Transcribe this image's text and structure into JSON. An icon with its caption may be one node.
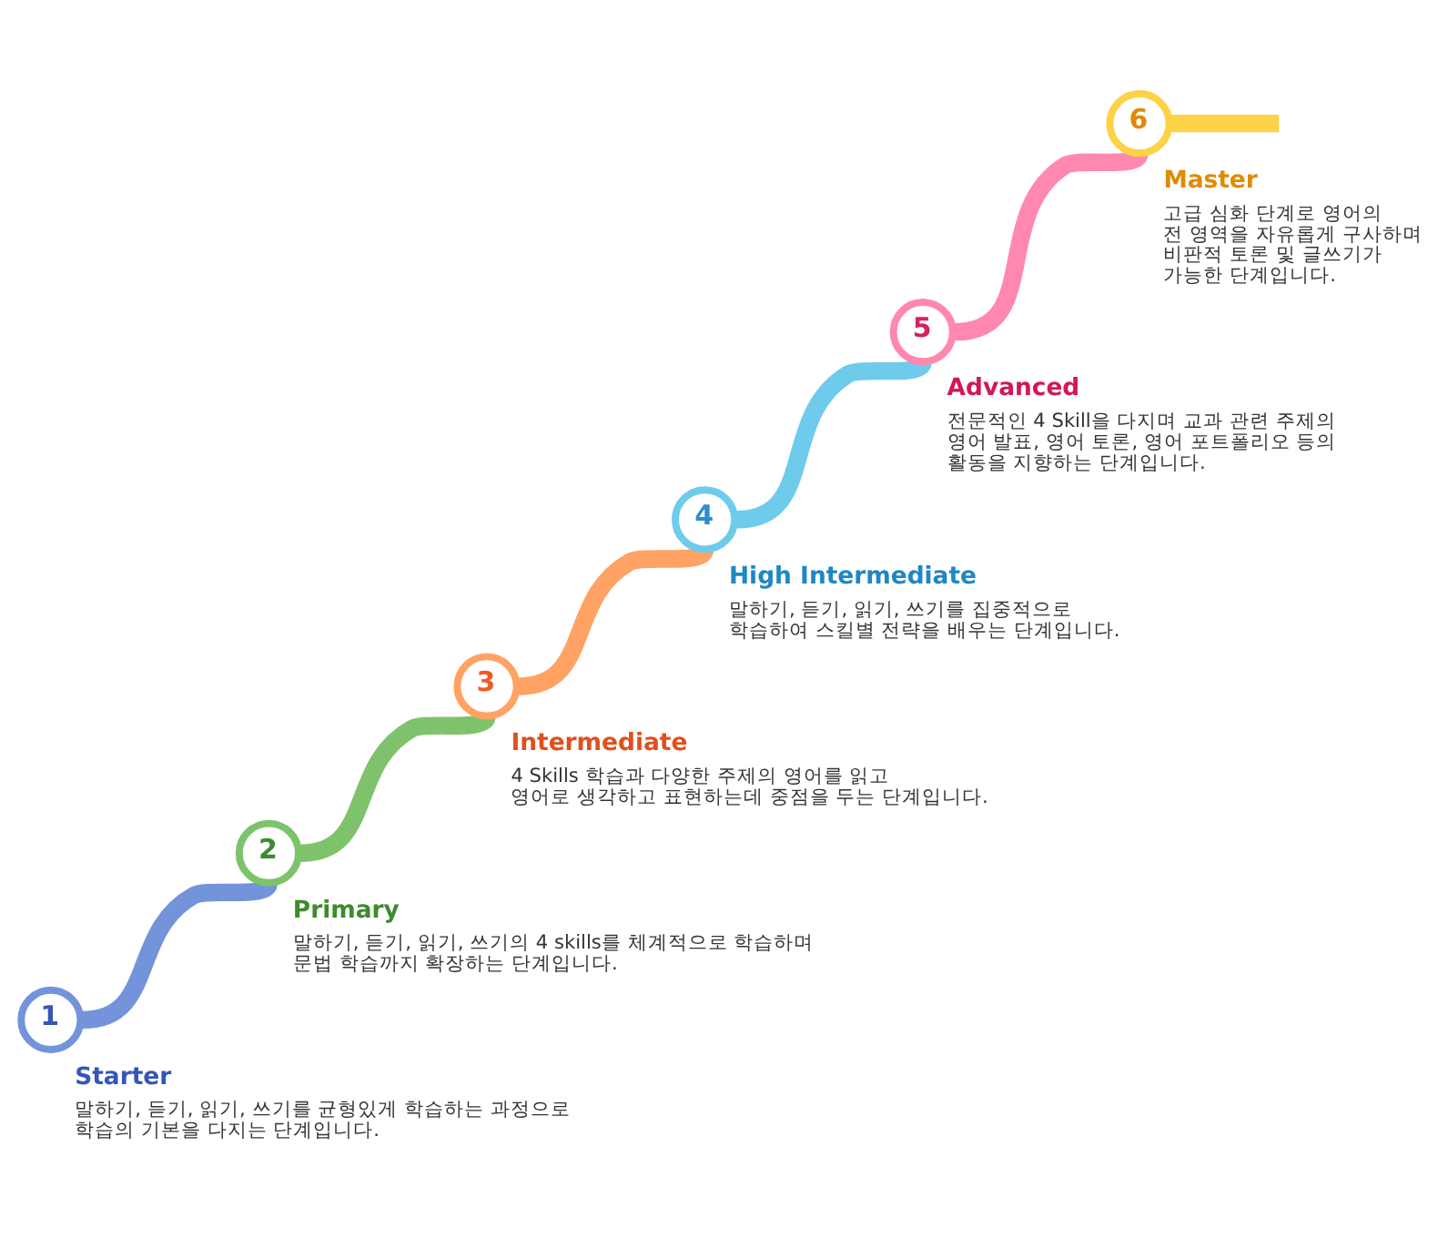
{
  "diagram": {
    "nodes": [
      {
        "text": [
          "1"
        ],
        "beside": [
          "Starter",
          "말하기, 듣기, 읽기, 쓰기를 균형있게 학습하는 과정으로 학습의 기본을 다지는 단계입니다."
        ]
      },
      {
        "text": [
          "2"
        ],
        "beside": [
          "Primary",
          "말하기, 듣기, 읽기, 쓰기의 4 skills를 체계적으로 학습하며 문법 학습까지 확장하는 단계입니다."
        ]
      },
      {
        "text": [
          "3"
        ],
        "beside": [
          "Intermediate",
          "4 Skills 학습과 다양한 주제의 영어를 읽고 영어로 생각하고 표현하는데 중점을 두는 단계입니다."
        ]
      },
      {
        "text": [
          "4"
        ],
        "beside": [
          "High Intermediate",
          "말하기, 듣기, 읽기, 쓰기를 집중적으로 학습하여 스킬별 전략을 배우는 단계입니다."
        ]
      },
      {
        "text": [
          "5"
        ],
        "beside": [
          "Advanced",
          "전문적인 4 Skill을 다지며 교과 관련 주제의 영어 발표, 영어 토론, 영어 포트폴리오 등의 활동을 지향하는 단계입니다."
        ]
      },
      {
        "text": [
          "6"
        ],
        "beside": [
          "Master",
          "고급 심화 단계로 영어의 전 영역을 자유롭게 구사하며 비판적 토론 및 글쓰기가 가능한 단계입니다."
        ]
      }
    ],
    "edges": [
      {
        "from": 0,
        "to": 1,
        "arrow": "none",
        "color": "#7393da"
      },
      {
        "from": 1,
        "to": 2,
        "arrow": "none",
        "color": "#7ec36c"
      },
      {
        "from": 2,
        "to": 3,
        "arrow": "none",
        "color": "#ffa264"
      },
      {
        "from": 3,
        "to": 4,
        "arrow": "none",
        "color": "#6ecbeb"
      },
      {
        "from": 4,
        "to": 5,
        "arrow": "none",
        "color": "#ff88ae"
      },
      {
        "from": 5,
        "to": null,
        "arrow": "none",
        "color": "#fdd246"
      }
    ]
  }
}
